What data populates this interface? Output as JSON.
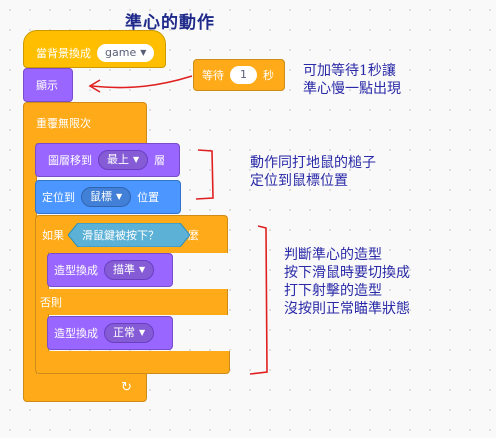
{
  "title": "準心的動作",
  "blocks": {
    "switch_backdrop": {
      "label": "當背景換成",
      "value": "game"
    },
    "show": {
      "label": "顯示"
    },
    "wait": {
      "label": "等待",
      "value": "1",
      "unit": "秒"
    },
    "forever": {
      "label": "重覆無限次",
      "loop_arrow": "↻"
    },
    "go_layer": {
      "label": "圖層移到",
      "value": "最上",
      "suffix": "層"
    },
    "go_to": {
      "label": "定位到",
      "value": "鼠標",
      "suffix": "位置"
    },
    "if_else": {
      "if_label": "如果",
      "then_label": "那麼",
      "else_label": "否則"
    },
    "mouse_down": {
      "label": "滑鼠鍵被按下？"
    },
    "costume_aim": {
      "label": "造型換成",
      "value": "描準"
    },
    "costume_normal": {
      "label": "造型換成",
      "value": "正常"
    }
  },
  "notes": {
    "wait_note": [
      "可加等待1秒讓",
      "準心慢一點出現"
    ],
    "move_note": [
      "動作同打地鼠的槌子",
      "定位到鼠標位置"
    ],
    "costume_note": [
      "判斷準心的造型",
      "按下滑鼠時要切換成",
      "打下射擊的造型",
      "沒按則正常瞄準狀態"
    ]
  },
  "colors": {
    "events": "#ffbf00",
    "looks": "#9966ff",
    "control": "#ffab19",
    "motion": "#4c97ff",
    "sensing": "#5cb1d6",
    "annotation": "#e02020",
    "note_text": "#2a2aa8"
  }
}
